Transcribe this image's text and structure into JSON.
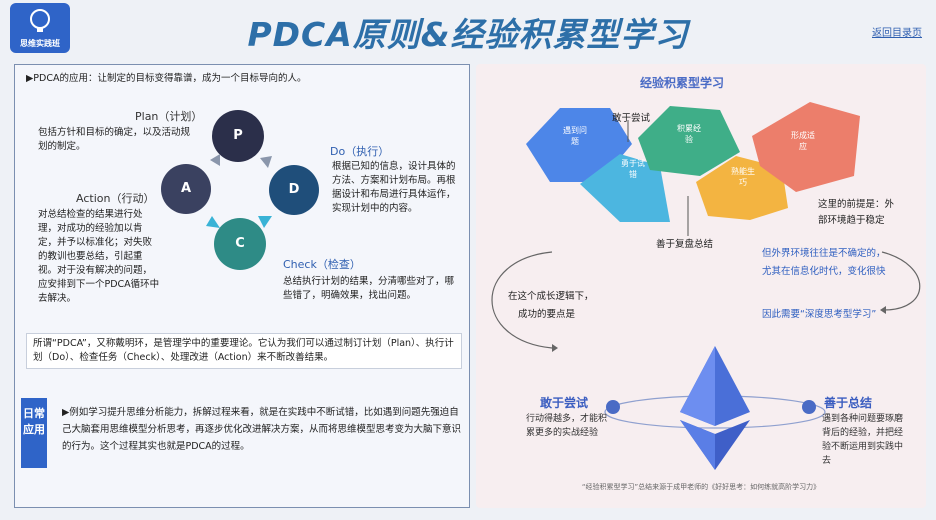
{
  "header": {
    "logo_text": "思维实践班",
    "title": "PDCA原则&经验积累型学习",
    "back_link": "返回目录页"
  },
  "pdca": {
    "intro": "▶PDCA的应用：让制定的目标变得靠谱，成为一个目标导向的人。",
    "plan": {
      "head": "Plan（计划）",
      "letter": "P",
      "text": "包括方针和目标的确定，以及活动规划的制定。"
    },
    "do": {
      "head": "Do（执行）",
      "letter": "D",
      "text": "根据已知的信息，设计具体的方法、方案和计划布局。再根据设计和布局进行具体运作，实现计划中的内容。"
    },
    "check": {
      "head": "Check（检查）",
      "letter": "C",
      "text": "总结执行计划的结果，分清哪些对了，哪些错了，明确效果，找出问题。"
    },
    "action": {
      "head": "Action（行动）",
      "letter": "A",
      "text": "对总结检查的结果进行处理，对成功的经验加以肯定，并予以标准化；对失败的教训也要总结，引起重视。对于没有解决的问题，应安排到下一个PDCA循环中去解决。"
    },
    "definition": "所谓“PDCA”，又称戴明环，是管理学中的重要理论。它认为我们可以通过制订计划（Plan）、执行计划（Do）、检查任务（Check）、处理改进（Action）来不断改善结果。",
    "daily_tag": "日常应用",
    "daily_text": "▶例如学习提升思维分析能力，拆解过程来看，就是在实践中不断试错，比如遇到问题先强迫自己大脑套用思维模型分析思考，再逐步优化改进解决方案，从而将思维模型思考变为大脑下意识的行为。这个过程其实也就是PDCA的过程。"
  },
  "experience": {
    "title": "经验积累型学习",
    "callout_top": "敢于尝试",
    "callout_bottom": "善于复盘总结",
    "callout_right_1": "这里的前提是：外",
    "callout_right_2": "部环境趋于稳定",
    "steps": [
      {
        "label": "遇到问题",
        "icon": "monitor-icon",
        "color": "#4d86e8"
      },
      {
        "label": "勇于试错",
        "icon": "person-icon",
        "color": "#4cb6e0"
      },
      {
        "label": "积累经验",
        "icon": "building-icon",
        "color": "#3fae88"
      },
      {
        "label": "熟能生巧",
        "icon": "cart-icon",
        "color": "#f3b441"
      },
      {
        "label": "形成适应",
        "icon": "monitor-icon",
        "color": "#ec7e6b"
      }
    ],
    "left_note_1": "在这个成长逻辑下，",
    "left_note_2": "成功的要点是",
    "right_note_1": "但外界环境往往是不确定的，",
    "right_note_2": "尤其在信息化时代，变化很快",
    "right_note_3": "因此需要“深度思考型学习”",
    "tip_left_title": "敢于尝试",
    "tip_left_text": "行动得越多，才能积累更多的实战经验",
    "tip_right_title": "善于总结",
    "tip_right_text": "遇到各种问题要琢磨背后的经验，并把经验不断运用到实践中去",
    "footer": "“经验积累型学习”总结来源于成甲老师的《好好思考：如何练就高阶学习力》"
  },
  "colors": {
    "plan": "#2b2f4a",
    "do": "#1f4e7a",
    "check": "#2e8b86",
    "action": "#3a4160",
    "accent": "#2f64c8"
  }
}
